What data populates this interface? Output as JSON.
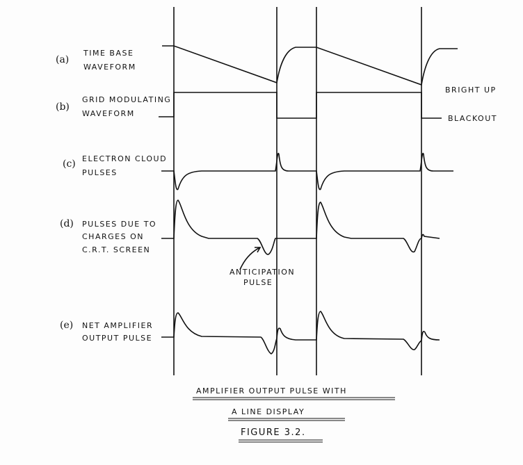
{
  "labels": {
    "a_tag": "(a)",
    "a1": "TIME BASE",
    "a2": "WAVEFORM",
    "b_tag": "(b)",
    "b1": "GRID MODULATING",
    "b2": "WAVEFORM",
    "c_tag": "(c)",
    "c1": "ELECTRON CLOUD",
    "c2": "PULSES",
    "d_tag": "(d)",
    "d1": "PULSES DUE TO",
    "d2": "CHARGES  ON",
    "d3": "C.R.T. SCREEN",
    "e_tag": "(e)",
    "e1": "NET AMPLIFIER",
    "e2": "OUTPUT PULSE",
    "bright": "BRIGHT UP",
    "black": "BLACKOUT",
    "ant1": "ANTICIPATION",
    "ant2": "PULSE"
  },
  "caption": {
    "line1": "AMPLIFIER OUTPUT PULSE WITH",
    "line2": "A  LINE  DISPLAY",
    "line3": "FIGURE 3.2."
  }
}
